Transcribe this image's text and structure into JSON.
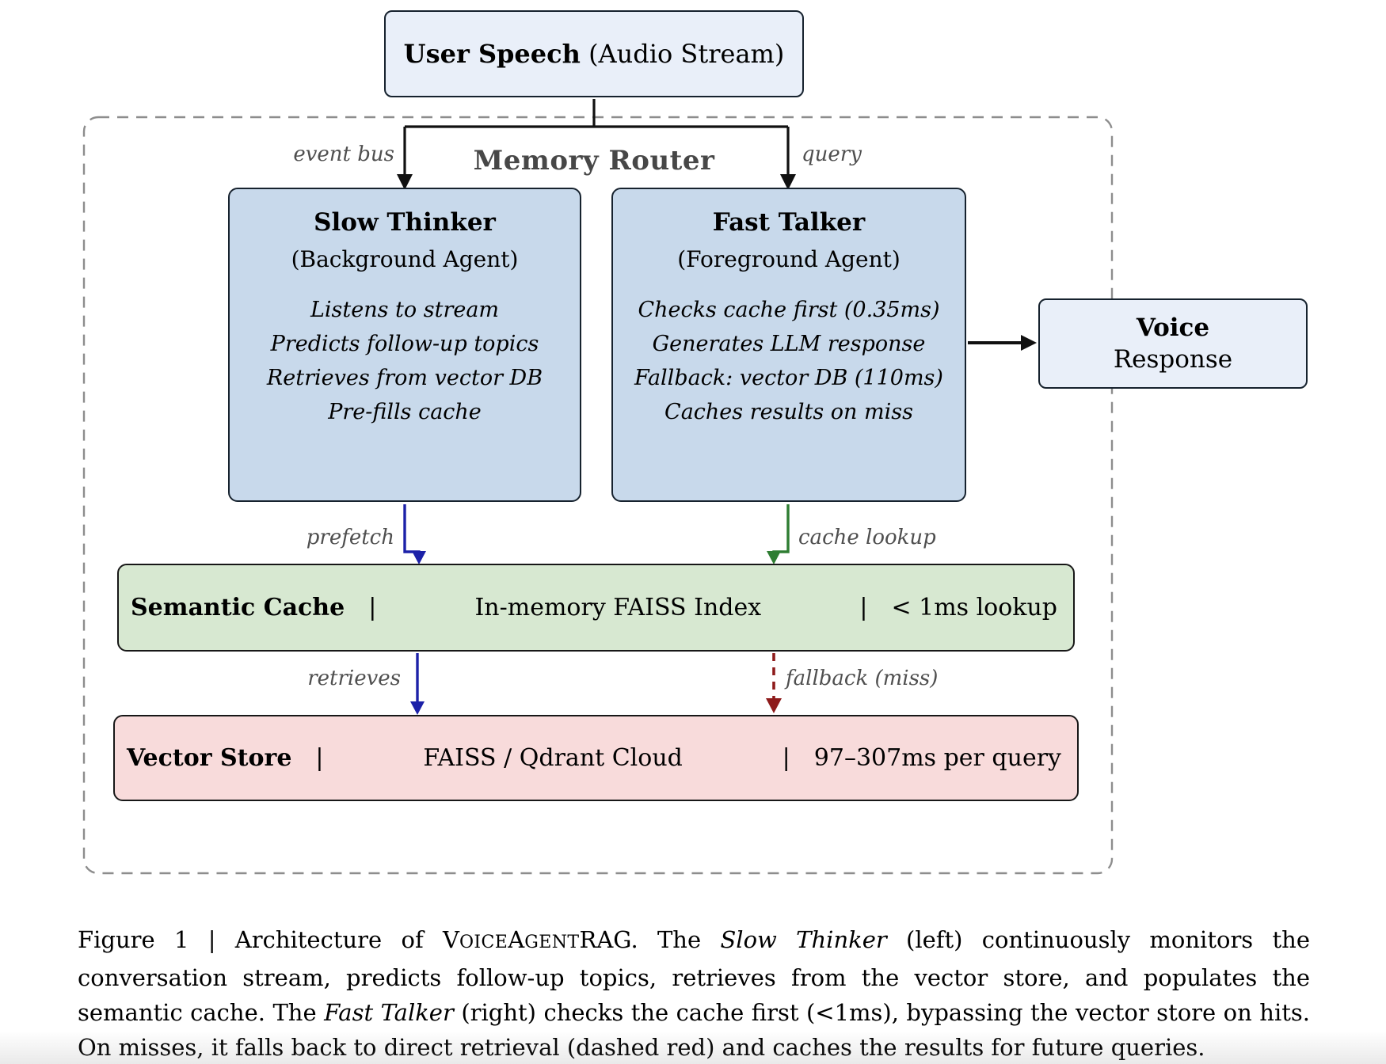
{
  "diagram": {
    "user_speech": {
      "title_bold": "User Speech",
      "title_rest": " (Audio Stream)"
    },
    "memory_router_label": "Memory Router",
    "edge_labels": {
      "event_bus": "event bus",
      "query": "query",
      "prefetch": "prefetch",
      "cache_lookup": "cache lookup",
      "retrieves": "retrieves",
      "fallback": "fallback (miss)"
    },
    "slow_thinker": {
      "title": "Slow Thinker",
      "subtitle": "(Background Agent)",
      "lines": [
        "Listens to stream",
        "Predicts follow-up topics",
        "Retrieves from vector DB",
        "Pre-fills cache"
      ]
    },
    "fast_talker": {
      "title": "Fast Talker",
      "subtitle": "(Foreground Agent)",
      "lines": [
        "Checks cache first (0.35ms)",
        "Generates LLM response",
        "Fallback: vector DB (110ms)",
        "Caches results on miss"
      ]
    },
    "voice_response": {
      "line1": "Voice",
      "line2": "Response"
    },
    "semantic_cache": {
      "title": "Semantic Cache",
      "sep": "|",
      "middle": "In-memory FAISS Index",
      "right": "< 1ms lookup"
    },
    "vector_store": {
      "title": "Vector Store",
      "sep": "|",
      "middle": "FAISS / Qdrant Cloud",
      "right": "97–307ms per query"
    },
    "colors": {
      "agent_fill": "#c8d9eb",
      "io_fill": "#e9eff9",
      "cache_fill": "#d7e8d1",
      "store_fill": "#f8dbdb",
      "arrow_black": "#111111",
      "arrow_blue": "#1c21a8",
      "arrow_green": "#2e7d32",
      "arrow_red": "#8e1b1b",
      "label_gray": "#4f4f4f"
    }
  },
  "caption": {
    "segments": [
      {
        "t": "Figure 1 | Architecture of "
      },
      {
        "t": "VoiceAgentRAG",
        "smallcaps": true
      },
      {
        "t": ". The "
      },
      {
        "t": "Slow Thinker",
        "italic": true
      },
      {
        "t": " (left) continuously monitors the conversation stream, predicts follow-up topics, retrieves from the vector store, and populates the semantic cache. The "
      },
      {
        "t": "Fast Talker",
        "italic": true
      },
      {
        "t": " (right) checks the cache first (<1ms), bypassing the vector store on hits. On misses, it falls back to direct retrieval (dashed red) and caches the results for future queries."
      }
    ]
  }
}
